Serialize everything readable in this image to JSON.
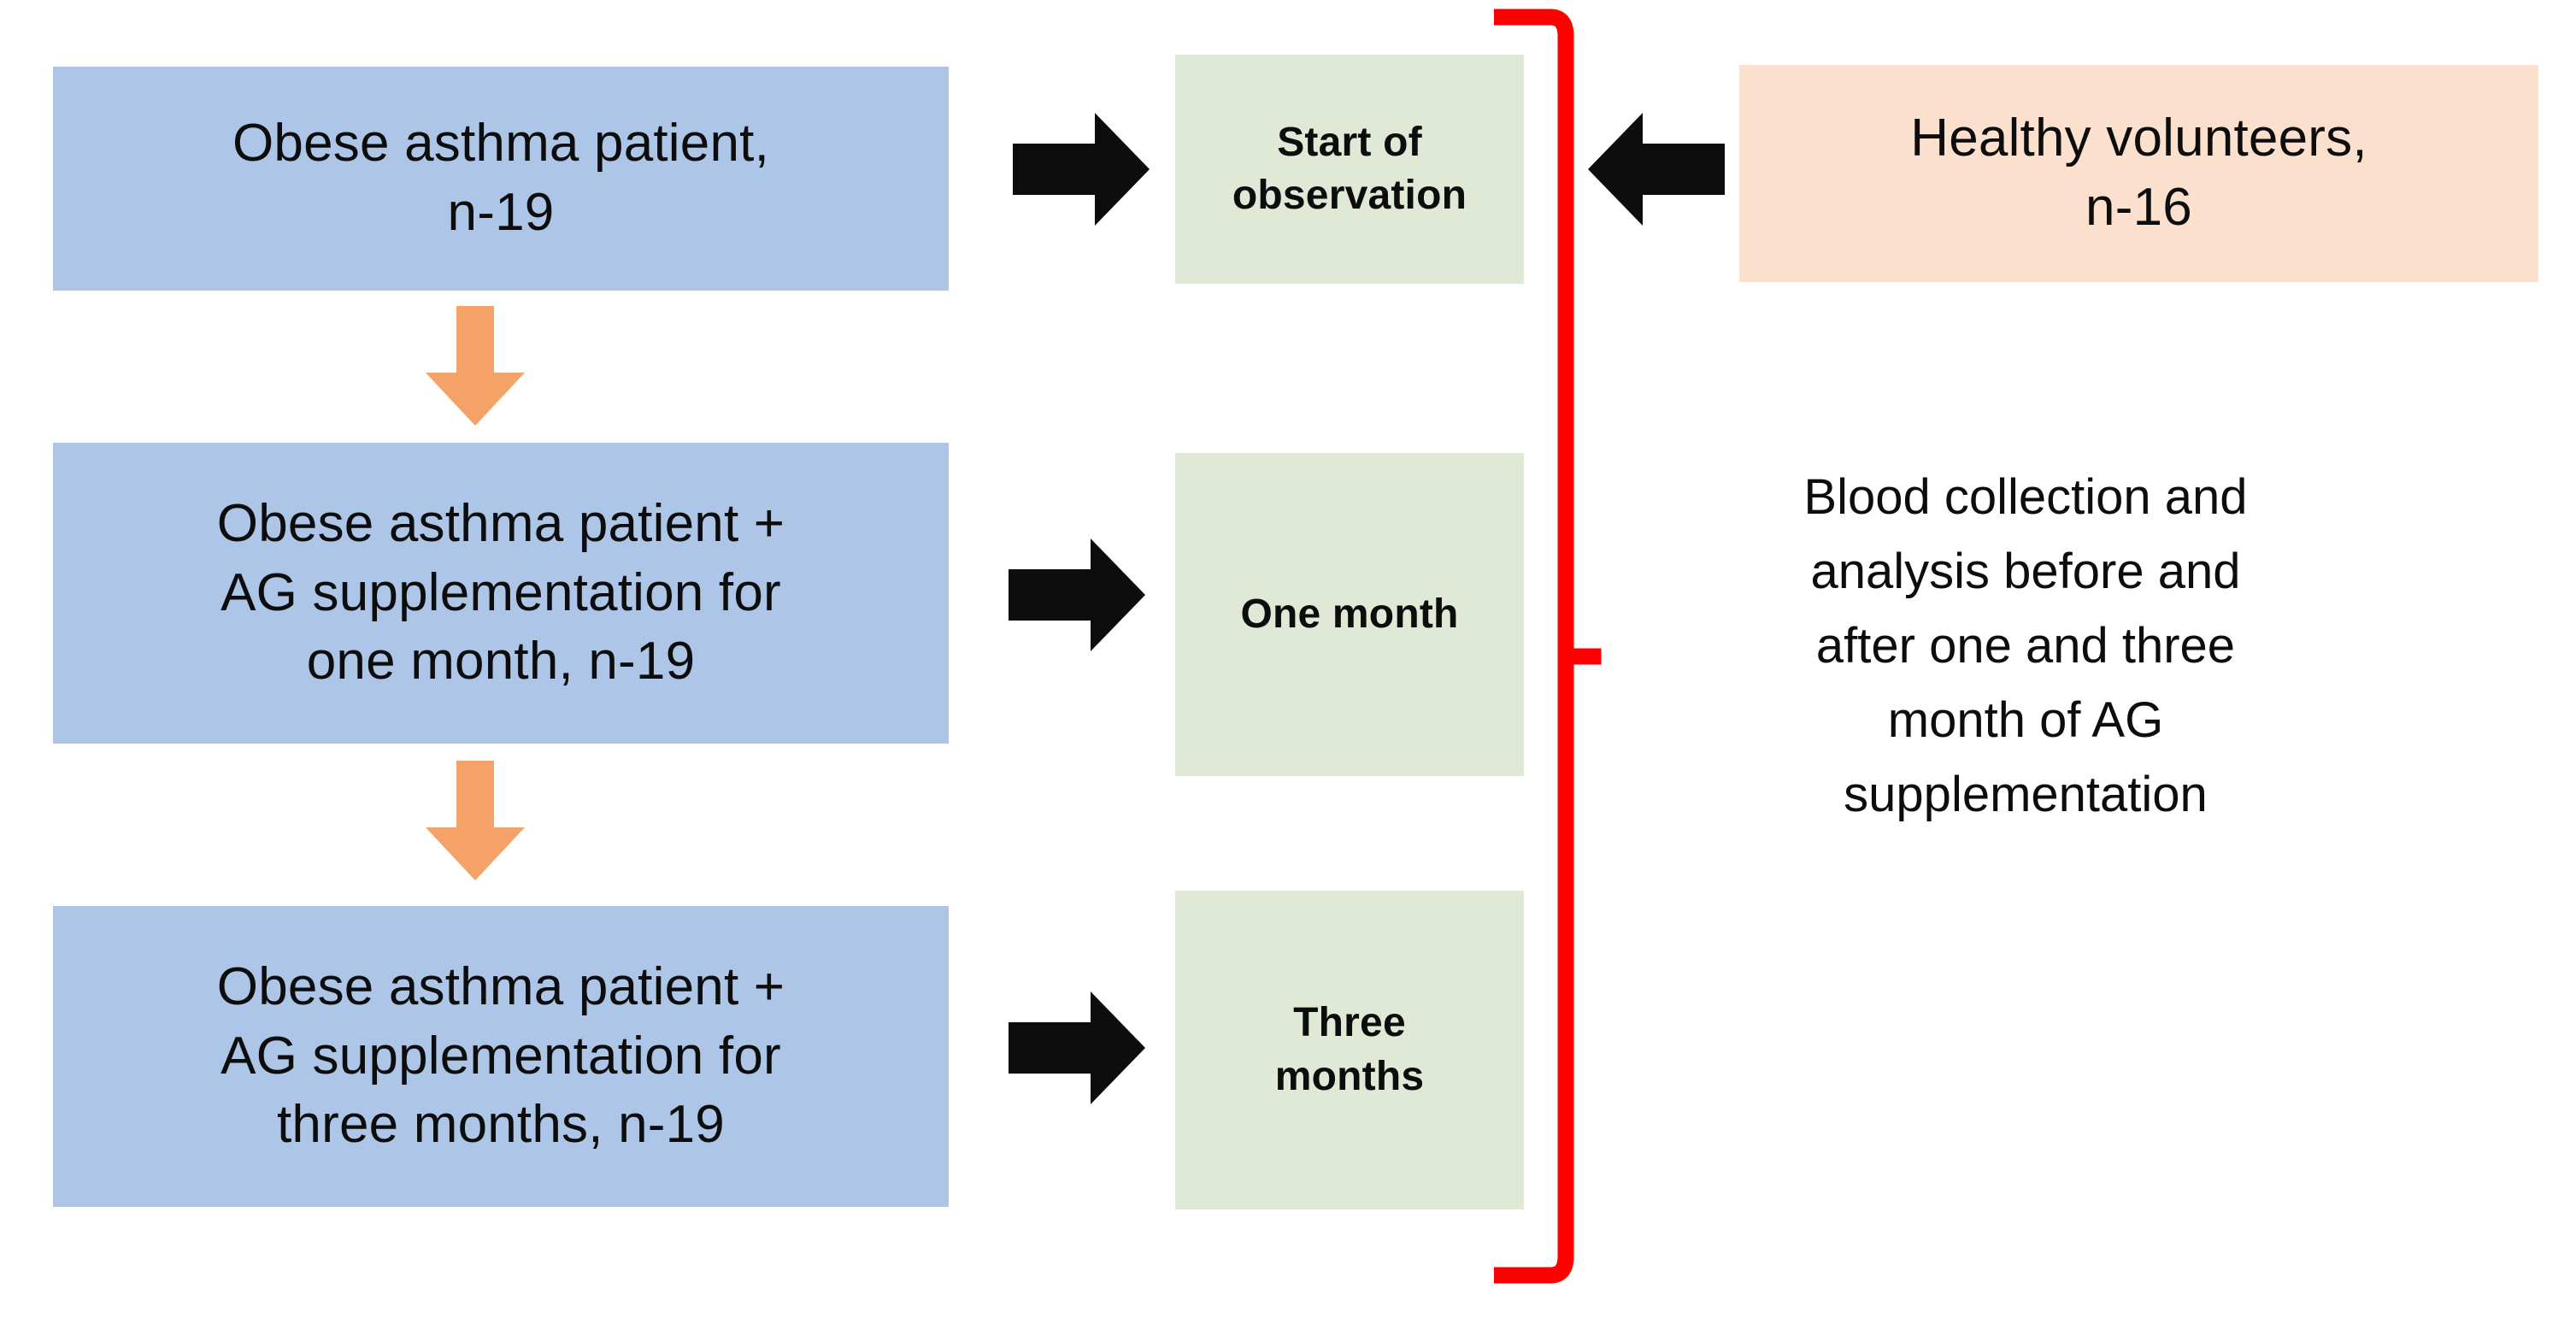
{
  "figure": {
    "type": "study-design-flowchart",
    "colors": {
      "treatment_box": "#adc5e7",
      "timepoint_box": "#dfe9d5",
      "control_box": "#fbe0ce",
      "step_arrow": "#f4a268",
      "flow_arrow": "#0d0d0d",
      "bracket": "#fe0000",
      "background": "#ffffff",
      "text": "#0d0d0d"
    }
  },
  "treatment_arm": {
    "label": "treatment-arm",
    "steps": [
      {
        "id": "baseline",
        "text": "Obese asthma patient,\nn-19"
      },
      {
        "id": "one-month",
        "text": "Obese asthma patient +\nAG supplementation for\none month, n-19"
      },
      {
        "id": "three-months",
        "text": "Obese asthma patient +\nAG supplementation for\nthree months, n-19"
      }
    ]
  },
  "timepoints": {
    "label": "timepoint-column",
    "items": [
      {
        "id": "start-of-observation",
        "text": "Start of\nobservation"
      },
      {
        "id": "one-month",
        "text": "One month"
      },
      {
        "id": "three-months",
        "text": "Three\nmonths"
      }
    ]
  },
  "control_arm": {
    "label": "control-arm",
    "text": "Healthy volunteers,\nn-16"
  },
  "bracket_note": {
    "text": "Blood collection and\nanalysis before and\nafter one and three\nmonth of AG\nsupplementation"
  },
  "connectors": {
    "step_arrows": [
      {
        "id": "baseline-to-one-month",
        "direction": "down"
      },
      {
        "id": "one-month-to-three-months",
        "direction": "down"
      }
    ],
    "flow_arrows": [
      {
        "id": "baseline-to-start",
        "direction": "right"
      },
      {
        "id": "control-to-start",
        "direction": "left"
      },
      {
        "id": "one-month-to-timepoint",
        "direction": "right"
      },
      {
        "id": "three-months-to-timepoint",
        "direction": "right"
      }
    ]
  }
}
